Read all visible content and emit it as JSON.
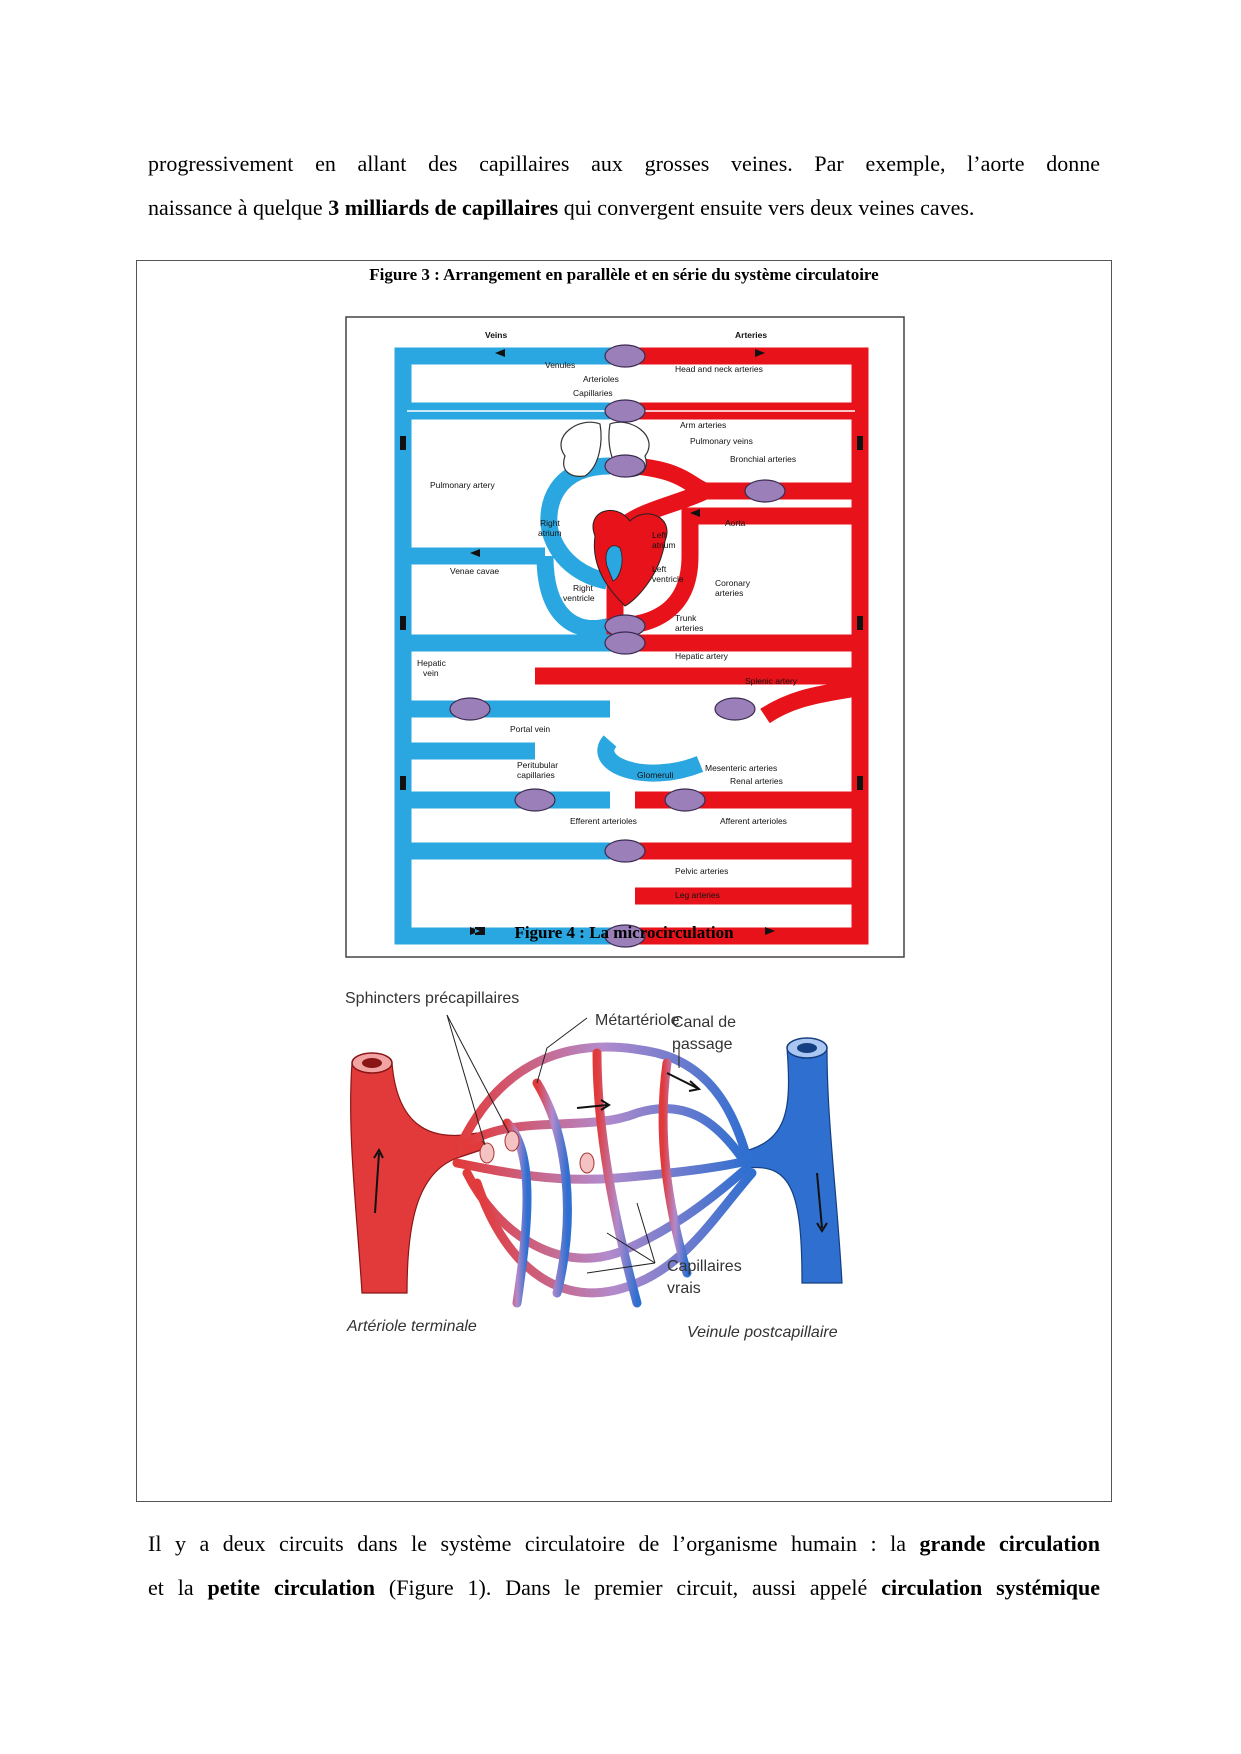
{
  "intro": {
    "line1": "progressivement en allant des capillaires aux grosses veines. Par exemple, l’aorte donne",
    "line2_pre": "naissance à quelque ",
    "line2_bold": "3 milliards de capillaires",
    "line2_post": " qui convergent ensuite vers deux veines caves."
  },
  "figure3": {
    "caption": "Figure 3 : Arrangement en parallèle et en série du système circulatoire",
    "labels": {
      "veins": "Veins",
      "arteries": "Arteries",
      "venules": "Venules",
      "arterioles": "Arterioles",
      "capillaries": "Capillaries",
      "head_neck": "Head and neck arteries",
      "arm": "Arm arteries",
      "pulmonary_veins": "Pulmonary veins",
      "bronchial": "Bronchial arteries",
      "pulmonary_artery": "Pulmonary artery",
      "right_atrium_1": "Right",
      "right_atrium_2": "atrium",
      "aorta": "Aorta",
      "left_atrium_1": "Left",
      "left_atrium_2": "atrium",
      "venae_cavae": "Venae cavae",
      "left_ventricle_1": "Left",
      "left_ventricle_2": "ventricle",
      "right_ventricle_1": "Right",
      "right_ventricle_2": "ventricle",
      "coronary_1": "Coronary",
      "coronary_2": "arteries",
      "trunk_1": "Trunk",
      "trunk_2": "arteries",
      "hepatic_artery": "Hepatic artery",
      "hepatic_vein_1": "Hepatic",
      "hepatic_vein_2": "vein",
      "splenic": "Splenic artery",
      "portal": "Portal vein",
      "peritubular_1": "Peritubular",
      "peritubular_2": "capillaries",
      "glomeruli": "Glomeruli",
      "mesenteric": "Mesenteric arteries",
      "renal": "Renal arteries",
      "efferent": "Efferent arterioles",
      "afferent": "Afferent arterioles",
      "pelvic": "Pelvic arteries",
      "leg": "Leg arteries"
    }
  },
  "figure4": {
    "caption": "Figure 4 : La microcirculation",
    "labels": {
      "sphincters": "Sphincters précapillaires",
      "metarteriole": "Métartériole",
      "canal_1": "Canal de",
      "canal_2": "passage",
      "capillaires_1": "Capillaires",
      "capillaires_2": "vrais",
      "arteriole": "Artériole terminale",
      "veinule": "Veinule postcapillaire"
    }
  },
  "outro": {
    "l1_pre": "Il y a deux circuits dans le système circulatoire de l’organisme humain : la ",
    "l1_bold": "grande circulation",
    "l2_pre": "et la ",
    "l2_bold1": "petite circulation",
    "l2_mid": " (Figure 1). Dans le premier circuit, aussi appelé ",
    "l2_bold2": "circulation systémique"
  },
  "colors": {
    "vein": "#2aa7e0",
    "artery": "#e8121b",
    "capillary": "#9a7fb8"
  }
}
